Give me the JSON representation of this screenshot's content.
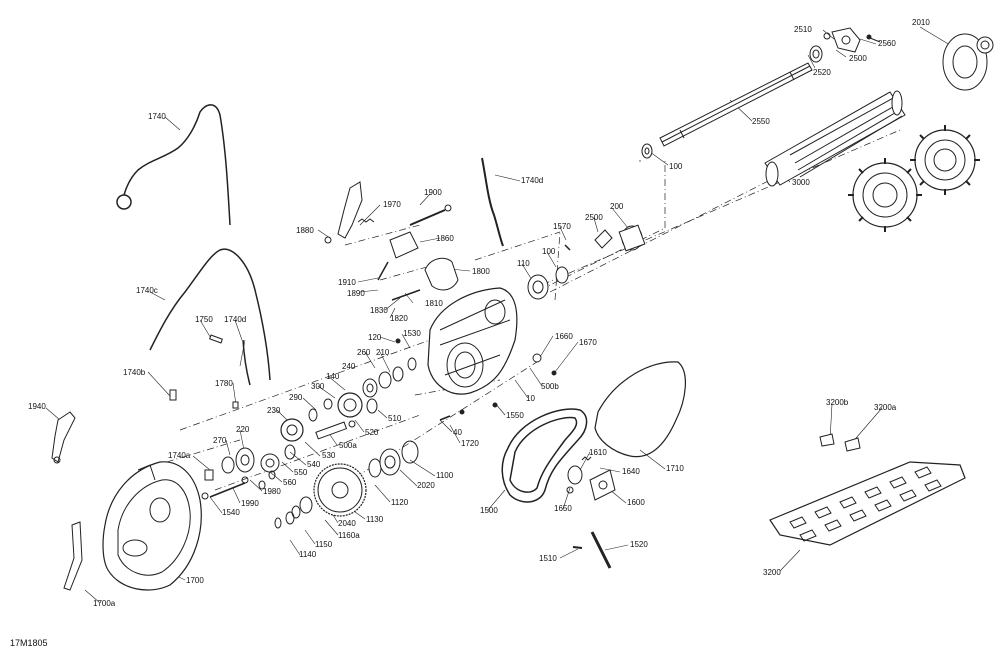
{
  "figure_id": "17M1805",
  "labels": {
    "p2510": "2510",
    "p2560": "2560",
    "p2010": "2010",
    "p2500a": "2500",
    "p2520": "2520",
    "p2550": "2550",
    "p100a": "100",
    "p3000": "3000",
    "p1740": "1740",
    "p1740d_top": "1740d",
    "p1900": "1900",
    "p1970": "1970",
    "p1880": "1880",
    "p200": "200",
    "p2500b": "2500",
    "p1570": "1570",
    "p1860": "1860",
    "p100b": "100",
    "p1740c": "1740c",
    "p1910": "1910",
    "p1890": "1890",
    "p1800": "1800",
    "p110": "110",
    "p1830": "1830",
    "p1810": "1810",
    "p1820": "1820",
    "p1750": "1750",
    "p1740d": "1740d",
    "p120": "120",
    "p1530": "1530",
    "p1660": "1660",
    "p1670": "1670",
    "p260": "260",
    "p210": "210",
    "p240": "240",
    "p1740b": "1740b",
    "p140": "140",
    "p300": "300",
    "p500b": "500b",
    "p1780": "1780",
    "p290": "290",
    "p10": "10",
    "p1550": "1550",
    "p1940": "1940",
    "p510": "510",
    "p230": "230",
    "p500a": "500a",
    "p520": "520",
    "p40": "40",
    "p3200b": "3200b",
    "p3200a": "3200a",
    "p220": "220",
    "p1720": "1720",
    "p270": "270",
    "p530": "530",
    "p1740a": "1740a",
    "p540": "540",
    "p1610": "1610",
    "p1640": "1640",
    "p1710": "1710",
    "p550": "550",
    "p560": "560",
    "p1100": "1100",
    "p1980": "1980",
    "p2020": "2020",
    "p1990": "1990",
    "p1120": "1120",
    "p1540": "1540",
    "p1650": "1650",
    "p1600": "1600",
    "p1500": "1500",
    "p2040": "2040",
    "p1160a": "1160a",
    "p1130": "1130",
    "p1150": "1150",
    "p1140": "1140",
    "p1520": "1520",
    "p1510": "1510",
    "p3200": "3200",
    "p1700": "1700",
    "p1700a": "1700a"
  }
}
